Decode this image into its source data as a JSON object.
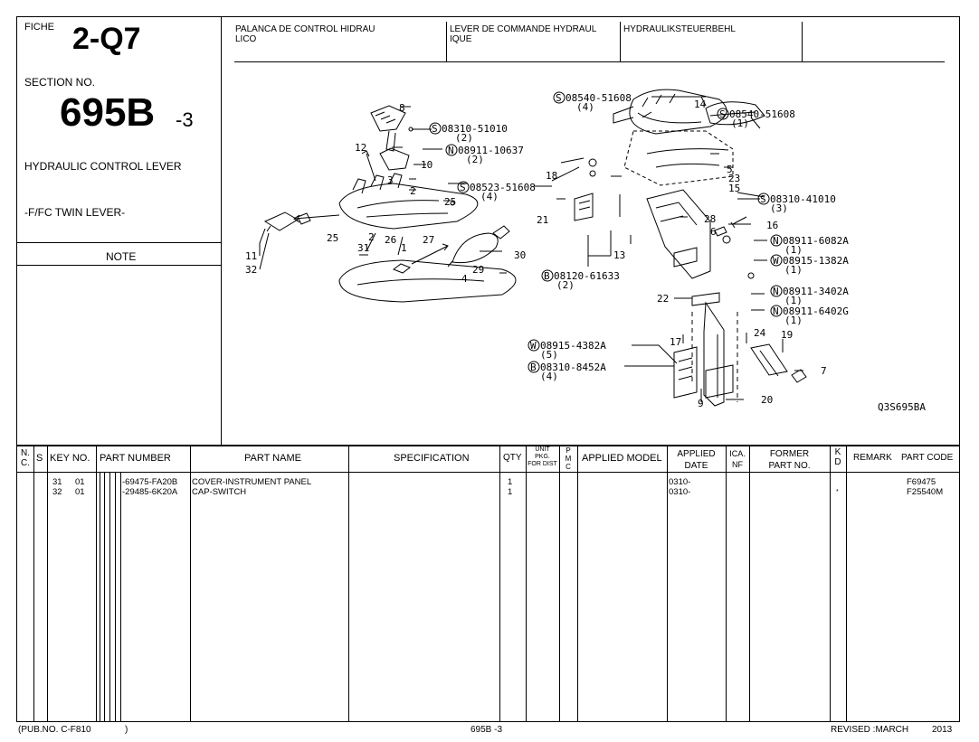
{
  "fiche": {
    "label": "FICHE",
    "value": "2-Q7"
  },
  "section": {
    "label": "SECTION NO.",
    "number": "695B",
    "suffix": "-3"
  },
  "titles": {
    "english": "HYDRAULIC CONTROL LEVER",
    "variant": "-F/FC TWIN LEVER-",
    "note": "NOTE",
    "spanish_line1": "PALANCA DE CONTROL HIDRAU",
    "spanish_line2": "LICO",
    "french_line1": "LEVER DE COMMANDE HYDRAUL",
    "french_line2": "IQUE",
    "german": "HYDRAULIKSTEUERBEHL"
  },
  "diagram": {
    "code": "Q3S695BA",
    "callouts": [
      "8",
      "12",
      "10",
      "3",
      "2",
      "25",
      "26",
      "27",
      "11",
      "32",
      "31",
      "1",
      "29",
      "4",
      "30",
      "14",
      "5",
      "23",
      "15",
      "18",
      "21",
      "13",
      "28",
      "16",
      "6",
      "22",
      "17",
      "24",
      "19",
      "7",
      "20",
      "9"
    ],
    "parts": [
      {
        "prefix": "S",
        "number": "08310-51010",
        "qty": "(2)"
      },
      {
        "prefix": "N",
        "number": "08911-10637",
        "qty": "(2)"
      },
      {
        "prefix": "S",
        "number": "08523-51608",
        "qty": "(4)"
      },
      {
        "prefix": "S",
        "number": "08540-51608",
        "qty": "(4)"
      },
      {
        "prefix": "S",
        "number": "08540-51608",
        "qty": "(1)"
      },
      {
        "prefix": "S",
        "number": "08310-41010",
        "qty": "(3)"
      },
      {
        "prefix": "N",
        "number": "08911-6082A",
        "qty": "(1)"
      },
      {
        "prefix": "W",
        "number": "08915-1382A",
        "qty": "(1)"
      },
      {
        "prefix": "B",
        "number": "08120-61633",
        "qty": "(2)"
      },
      {
        "prefix": "N",
        "number": "08911-3402A",
        "qty": "(1)"
      },
      {
        "prefix": "N",
        "number": "08911-6402G",
        "qty": "(1)"
      },
      {
        "prefix": "W",
        "number": "08915-4382A",
        "qty": "(5)"
      },
      {
        "prefix": "B",
        "number": "08310-8452A",
        "qty": "(4)"
      }
    ]
  },
  "table": {
    "headers": {
      "nc": "N.\nC.",
      "s": "S",
      "key": "KEY NO.",
      "part_number": "PART NUMBER",
      "part_name": "PART NAME",
      "specification": "SPECIFICATION",
      "qty": "QTY",
      "unit_pkg": "UNIT\nPKG.\nFOR DIST",
      "pmc": "P\nM\nC",
      "applied_model": "APPLIED MODEL",
      "applied_date": "APPLIED\nDATE",
      "ica_nf": "ICA.\nNF",
      "former_part": "FORMER\nPART NO.",
      "kd": "K\nD",
      "remark": "REMARK",
      "part_code": "PART CODE"
    },
    "rows": [
      {
        "ref": "31",
        "key": "01",
        "part_number": "-69475-FA20B",
        "part_name": "COVER-INSTRUMENT PANEL",
        "qty": "1",
        "applied_date": "0310-",
        "kd": "",
        "part_code": "F69475"
      },
      {
        "ref": "32",
        "key": "01",
        "part_number": "-29485-6K20A",
        "part_name": "CAP-SWITCH",
        "qty": "1",
        "applied_date": "0310-",
        "kd": "*",
        "part_code": "F25540M"
      }
    ]
  },
  "footer": {
    "pub": "(PUB.NO. C-F810",
    "pub_close": ")",
    "center": "695B -3",
    "revised": "REVISED :MARCH",
    "year": "2013"
  }
}
